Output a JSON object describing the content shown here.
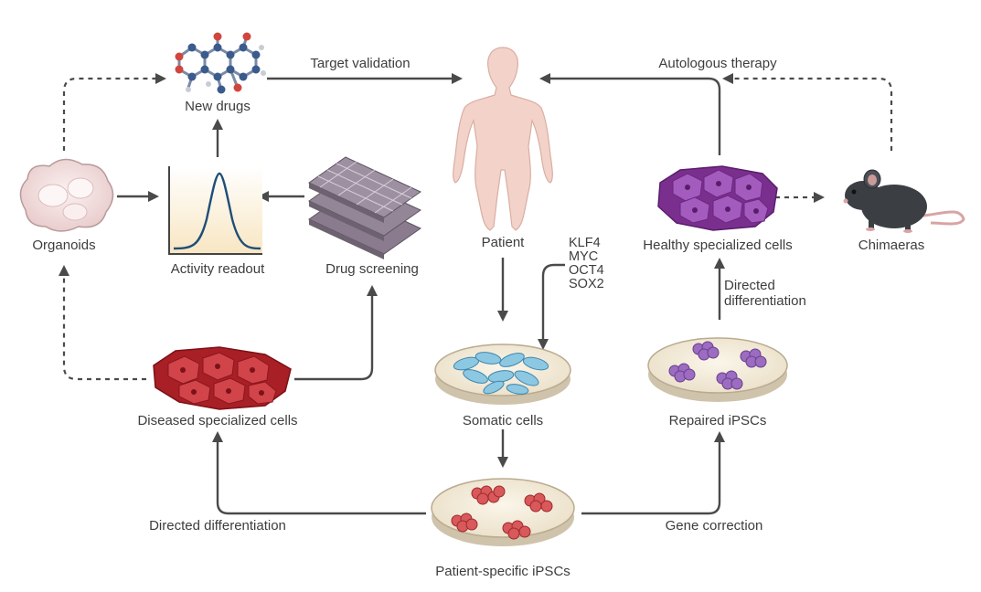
{
  "nodes": {
    "new_drugs": "New drugs",
    "organoids": "Organoids",
    "activity_readout": "Activity readout",
    "drug_screening": "Drug screening",
    "patient": "Patient",
    "healthy_cells": "Healthy specialized cells",
    "chimaeras": "Chimaeras",
    "diseased_cells": "Diseased specialized cells",
    "somatic_cells": "Somatic cells",
    "repaired_ipscs": "Repaired iPSCs",
    "patient_ipscs": "Patient-specific iPSCs"
  },
  "edges": {
    "target_validation": "Target validation",
    "autologous_therapy": "Autologous therapy",
    "directed_differentiation_right_1": "Directed",
    "directed_differentiation_right_2": "differentiation",
    "directed_differentiation_left": "Directed differentiation",
    "gene_correction": "Gene correction"
  },
  "factors": [
    "KLF4",
    "MYC",
    "OCT4",
    "SOX2"
  ],
  "colors": {
    "arrow": "#4a4a4a",
    "diseased_cells": "#c0272d",
    "healthy_cells": "#8b3a9e",
    "somatic_cells": "#5aa9d0",
    "ipsc_red": "#d9585a",
    "ipsc_purple": "#9b6cc0",
    "patient_skin": "#f3d2c9",
    "organoid": "#f1dede",
    "curve": "#1e4e79"
  }
}
